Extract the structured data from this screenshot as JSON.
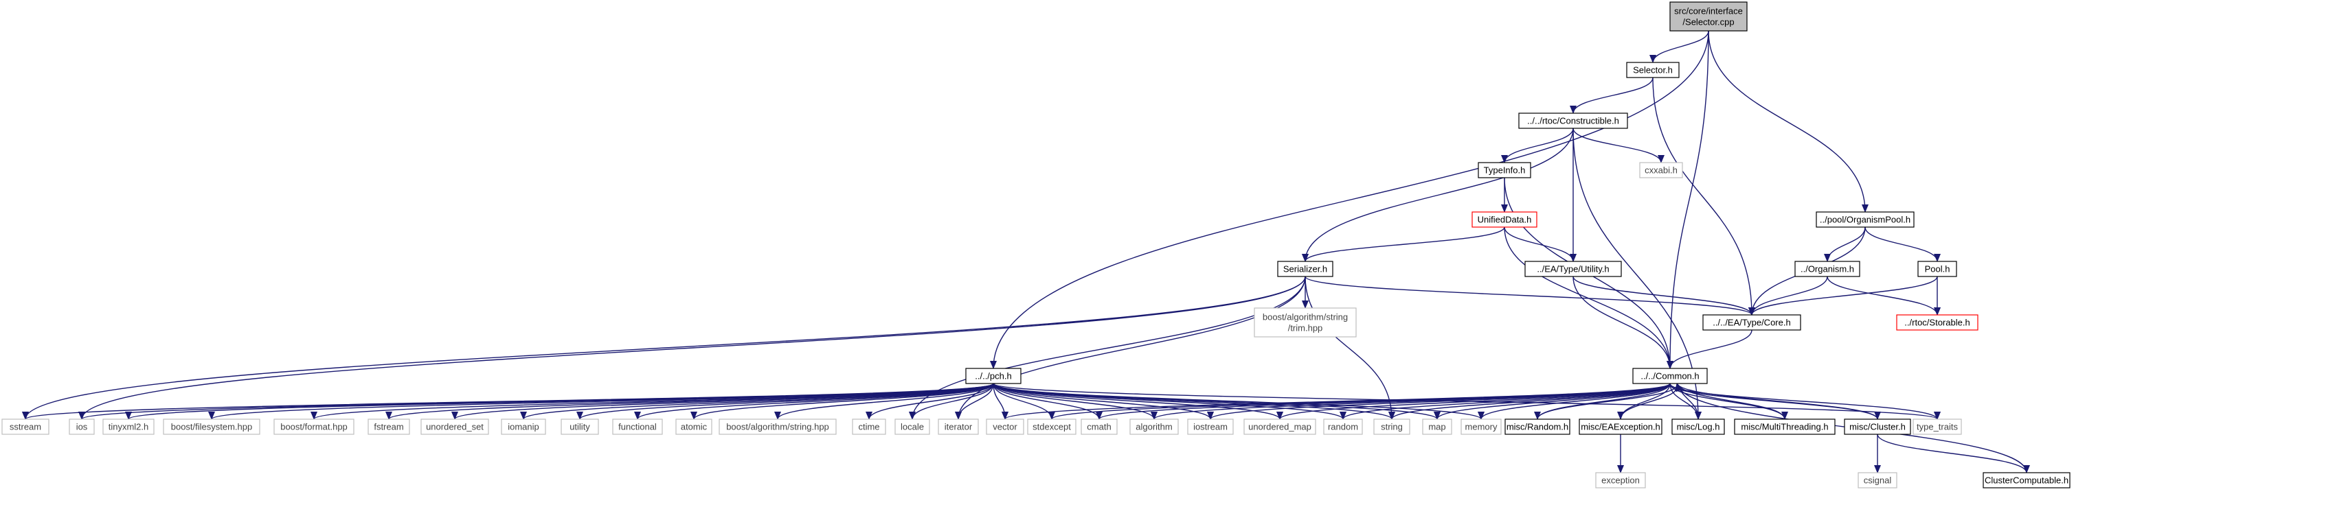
{
  "colors": {
    "edge": "#191970",
    "node_border": "#000000",
    "external_border": "#bfbfbf",
    "incomplete_border": "#ff0000",
    "root_fill": "#bfbfbf",
    "text": "#000000"
  },
  "nodes": [
    {
      "id": "selector_cpp",
      "lines": [
        "src/core/interface",
        "/Selector.cpp"
      ],
      "kind": "root"
    },
    {
      "id": "selector_h",
      "lines": [
        "Selector.h"
      ],
      "kind": "normal"
    },
    {
      "id": "constructible_h",
      "lines": [
        "../../rtoc/Constructible.h"
      ],
      "kind": "normal"
    },
    {
      "id": "typeinfo_h",
      "lines": [
        "TypeInfo.h"
      ],
      "kind": "normal"
    },
    {
      "id": "cxxabi_h",
      "lines": [
        "cxxabi.h"
      ],
      "kind": "external"
    },
    {
      "id": "unifieddata_h",
      "lines": [
        "UnifiedData.h"
      ],
      "kind": "incomplete"
    },
    {
      "id": "organismpool_h",
      "lines": [
        "../pool/OrganismPool.h"
      ],
      "kind": "normal"
    },
    {
      "id": "organism_h",
      "lines": [
        "../Organism.h"
      ],
      "kind": "normal"
    },
    {
      "id": "pool_h",
      "lines": [
        "Pool.h"
      ],
      "kind": "normal"
    },
    {
      "id": "serializer_h",
      "lines": [
        "Serializer.h"
      ],
      "kind": "normal"
    },
    {
      "id": "ea_type_utility_h",
      "lines": [
        "../EA/Type/Utility.h"
      ],
      "kind": "normal"
    },
    {
      "id": "ea_type_core_h",
      "lines": [
        "../../EA/Type/Core.h"
      ],
      "kind": "normal"
    },
    {
      "id": "rtoc_storable_h",
      "lines": [
        "../rtoc/Storable.h"
      ],
      "kind": "incomplete"
    },
    {
      "id": "boost_trim_hpp",
      "lines": [
        "boost/algorithm/string",
        "/trim.hpp"
      ],
      "kind": "external"
    },
    {
      "id": "pch_h",
      "lines": [
        "../../pch.h"
      ],
      "kind": "normal"
    },
    {
      "id": "common_h",
      "lines": [
        "../../Common.h"
      ],
      "kind": "normal"
    },
    {
      "id": "sstream",
      "lines": [
        "sstream"
      ],
      "kind": "external"
    },
    {
      "id": "ios",
      "lines": [
        "ios"
      ],
      "kind": "external"
    },
    {
      "id": "tinyxml2_h",
      "lines": [
        "tinyxml2.h"
      ],
      "kind": "external"
    },
    {
      "id": "boost_filesystem_hpp",
      "lines": [
        "boost/filesystem.hpp"
      ],
      "kind": "external"
    },
    {
      "id": "boost_format_hpp",
      "lines": [
        "boost/format.hpp"
      ],
      "kind": "external"
    },
    {
      "id": "fstream",
      "lines": [
        "fstream"
      ],
      "kind": "external"
    },
    {
      "id": "unordered_set",
      "lines": [
        "unordered_set"
      ],
      "kind": "external"
    },
    {
      "id": "iomanip",
      "lines": [
        "iomanip"
      ],
      "kind": "external"
    },
    {
      "id": "utility",
      "lines": [
        "utility"
      ],
      "kind": "external"
    },
    {
      "id": "functional",
      "lines": [
        "functional"
      ],
      "kind": "external"
    },
    {
      "id": "atomic",
      "lines": [
        "atomic"
      ],
      "kind": "external"
    },
    {
      "id": "boost_string_hpp",
      "lines": [
        "boost/algorithm/string.hpp"
      ],
      "kind": "external"
    },
    {
      "id": "ctime",
      "lines": [
        "ctime"
      ],
      "kind": "external"
    },
    {
      "id": "locale",
      "lines": [
        "locale"
      ],
      "kind": "external"
    },
    {
      "id": "iterator",
      "lines": [
        "iterator"
      ],
      "kind": "external"
    },
    {
      "id": "vector",
      "lines": [
        "vector"
      ],
      "kind": "external"
    },
    {
      "id": "stdexcept",
      "lines": [
        "stdexcept"
      ],
      "kind": "external"
    },
    {
      "id": "cmath",
      "lines": [
        "cmath"
      ],
      "kind": "external"
    },
    {
      "id": "algorithm",
      "lines": [
        "algorithm"
      ],
      "kind": "external"
    },
    {
      "id": "iostream",
      "lines": [
        "iostream"
      ],
      "kind": "external"
    },
    {
      "id": "unordered_map",
      "lines": [
        "unordered_map"
      ],
      "kind": "external"
    },
    {
      "id": "random",
      "lines": [
        "random"
      ],
      "kind": "external"
    },
    {
      "id": "string",
      "lines": [
        "string"
      ],
      "kind": "external"
    },
    {
      "id": "map",
      "lines": [
        "map"
      ],
      "kind": "external"
    },
    {
      "id": "memory",
      "lines": [
        "memory"
      ],
      "kind": "external"
    },
    {
      "id": "misc_random_h",
      "lines": [
        "misc/Random.h"
      ],
      "kind": "normal"
    },
    {
      "id": "misc_eaexception_h",
      "lines": [
        "misc/EAException.h"
      ],
      "kind": "normal"
    },
    {
      "id": "misc_log_h",
      "lines": [
        "misc/Log.h"
      ],
      "kind": "normal"
    },
    {
      "id": "misc_multithreading_h",
      "lines": [
        "misc/MultiThreading.h"
      ],
      "kind": "normal"
    },
    {
      "id": "misc_cluster_h",
      "lines": [
        "misc/Cluster.h"
      ],
      "kind": "normal"
    },
    {
      "id": "type_traits",
      "lines": [
        "type_traits"
      ],
      "kind": "external"
    },
    {
      "id": "exception",
      "lines": [
        "exception"
      ],
      "kind": "external"
    },
    {
      "id": "csignal",
      "lines": [
        "csignal"
      ],
      "kind": "external"
    },
    {
      "id": "clustercomputable_h",
      "lines": [
        "ClusterComputable.h"
      ],
      "kind": "normal"
    }
  ],
  "edges": [
    [
      "selector_cpp",
      "selector_h"
    ],
    [
      "selector_cpp",
      "pch_h"
    ],
    [
      "selector_cpp",
      "common_h"
    ],
    [
      "selector_cpp",
      "organismpool_h"
    ],
    [
      "selector_h",
      "constructible_h"
    ],
    [
      "selector_h",
      "ea_type_core_h"
    ],
    [
      "constructible_h",
      "typeinfo_h"
    ],
    [
      "constructible_h",
      "cxxabi_h"
    ],
    [
      "constructible_h",
      "serializer_h"
    ],
    [
      "constructible_h",
      "ea_type_utility_h"
    ],
    [
      "constructible_h",
      "misc_log_h"
    ],
    [
      "typeinfo_h",
      "unifieddata_h"
    ],
    [
      "typeinfo_h",
      "common_h"
    ],
    [
      "unifieddata_h",
      "serializer_h"
    ],
    [
      "unifieddata_h",
      "ea_type_utility_h"
    ],
    [
      "unifieddata_h",
      "common_h"
    ],
    [
      "organismpool_h",
      "organism_h"
    ],
    [
      "organismpool_h",
      "pool_h"
    ],
    [
      "organismpool_h",
      "ea_type_core_h"
    ],
    [
      "organism_h",
      "ea_type_core_h"
    ],
    [
      "organism_h",
      "rtoc_storable_h"
    ],
    [
      "pool_h",
      "ea_type_core_h"
    ],
    [
      "pool_h",
      "rtoc_storable_h"
    ],
    [
      "serializer_h",
      "boost_trim_hpp"
    ],
    [
      "serializer_h",
      "ea_type_core_h"
    ],
    [
      "serializer_h",
      "sstream"
    ],
    [
      "serializer_h",
      "ios"
    ],
    [
      "serializer_h",
      "locale"
    ],
    [
      "serializer_h",
      "iterator"
    ],
    [
      "serializer_h",
      "string"
    ],
    [
      "ea_type_utility_h",
      "ea_type_core_h"
    ],
    [
      "ea_type_utility_h",
      "common_h"
    ],
    [
      "ea_type_core_h",
      "common_h"
    ],
    [
      "pch_h",
      "sstream"
    ],
    [
      "pch_h",
      "ios"
    ],
    [
      "pch_h",
      "tinyxml2_h"
    ],
    [
      "pch_h",
      "boost_filesystem_hpp"
    ],
    [
      "pch_h",
      "boost_format_hpp"
    ],
    [
      "pch_h",
      "fstream"
    ],
    [
      "pch_h",
      "unordered_set"
    ],
    [
      "pch_h",
      "iomanip"
    ],
    [
      "pch_h",
      "utility"
    ],
    [
      "pch_h",
      "functional"
    ],
    [
      "pch_h",
      "atomic"
    ],
    [
      "pch_h",
      "boost_string_hpp"
    ],
    [
      "pch_h",
      "ctime"
    ],
    [
      "pch_h",
      "locale"
    ],
    [
      "pch_h",
      "iterator"
    ],
    [
      "pch_h",
      "vector"
    ],
    [
      "pch_h",
      "stdexcept"
    ],
    [
      "pch_h",
      "cmath"
    ],
    [
      "pch_h",
      "algorithm"
    ],
    [
      "pch_h",
      "iostream"
    ],
    [
      "pch_h",
      "unordered_map"
    ],
    [
      "pch_h",
      "random"
    ],
    [
      "pch_h",
      "string"
    ],
    [
      "pch_h",
      "map"
    ],
    [
      "pch_h",
      "memory"
    ],
    [
      "pch_h",
      "type_traits"
    ],
    [
      "common_h",
      "vector"
    ],
    [
      "common_h",
      "stdexcept"
    ],
    [
      "common_h",
      "cmath"
    ],
    [
      "common_h",
      "algorithm"
    ],
    [
      "common_h",
      "iostream"
    ],
    [
      "common_h",
      "unordered_map"
    ],
    [
      "common_h",
      "random"
    ],
    [
      "common_h",
      "string"
    ],
    [
      "common_h",
      "map"
    ],
    [
      "common_h",
      "memory"
    ],
    [
      "common_h",
      "misc_random_h"
    ],
    [
      "common_h",
      "misc_eaexception_h"
    ],
    [
      "common_h",
      "misc_log_h"
    ],
    [
      "common_h",
      "misc_multithreading_h"
    ],
    [
      "common_h",
      "misc_cluster_h"
    ],
    [
      "common_h",
      "type_traits"
    ],
    [
      "misc_random_h",
      "common_h"
    ],
    [
      "misc_eaexception_h",
      "common_h"
    ],
    [
      "misc_eaexception_h",
      "exception"
    ],
    [
      "misc_log_h",
      "common_h"
    ],
    [
      "misc_multithreading_h",
      "common_h"
    ],
    [
      "misc_cluster_h",
      "common_h"
    ],
    [
      "misc_cluster_h",
      "csignal"
    ],
    [
      "misc_cluster_h",
      "clustercomputable_h"
    ],
    [
      "clustercomputable_h",
      "common_h"
    ]
  ]
}
